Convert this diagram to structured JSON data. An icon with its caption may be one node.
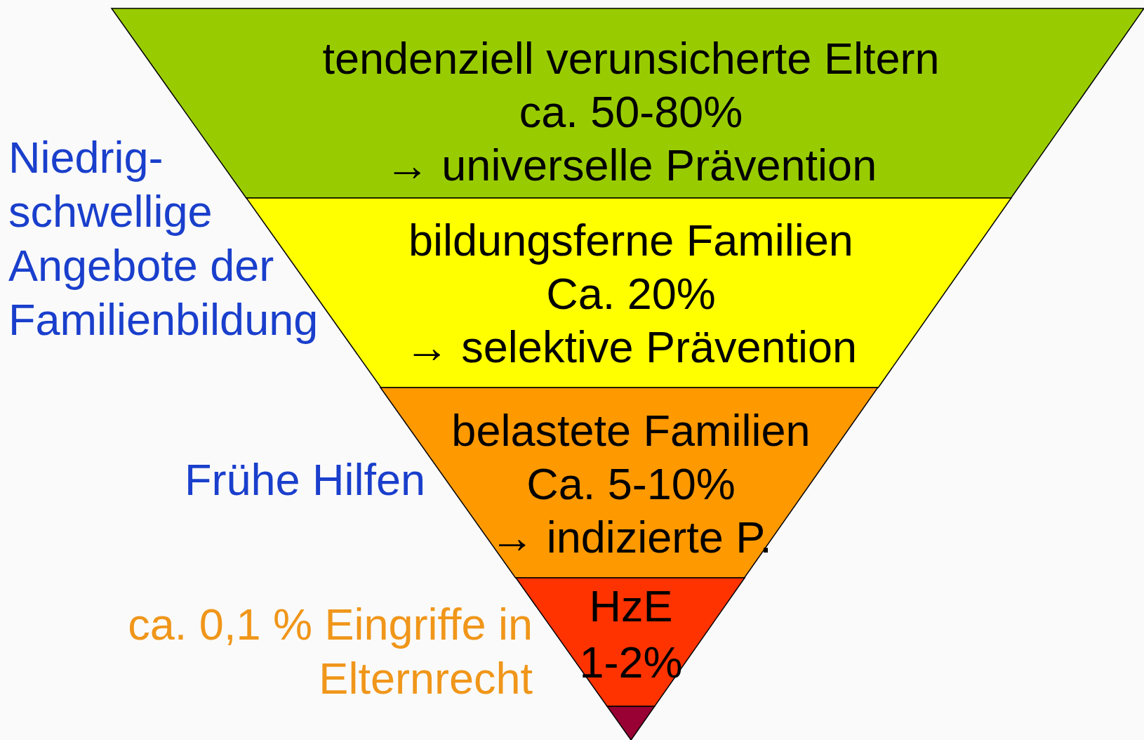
{
  "diagram": {
    "nodes": [
      {
        "text": [
          "tendenziell verunsicherte Eltern",
          "ca. 50-80%",
          "→ universelle Prävention"
        ]
      },
      {
        "text": [
          "bildungsferne Familien",
          "Ca. 20%",
          "→ selektive Prävention"
        ]
      },
      {
        "text": [
          "belastete Familien",
          "Ca. 5-10%",
          "→ indizierte P."
        ]
      },
      {
        "text": [
          "HzE",
          "1-2%"
        ]
      },
      {
        "text": [],
        "shape": "triangle"
      }
    ],
    "edges": [],
    "labels": [
      "Niedrig- schwellige Angebote der Familienbildung",
      "Frühe Hilfen",
      "ca. 0,1 % Eingriffe in Elternrecht"
    ]
  }
}
